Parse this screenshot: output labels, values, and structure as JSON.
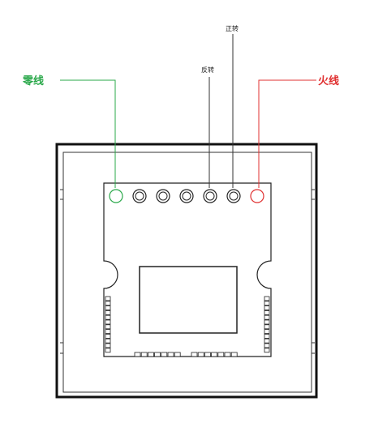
{
  "labels": {
    "neutral": "零线",
    "live": "火线",
    "forward": "正转",
    "reverse": "反转"
  },
  "colors": {
    "neutral": "#2aa84a",
    "live": "#e03030",
    "outline": "#111111",
    "lead": "#333333"
  },
  "terminals": [
    {
      "role": "neutral",
      "color": "#2aa84a"
    },
    {
      "role": "plain",
      "color": "#222222"
    },
    {
      "role": "plain",
      "color": "#222222"
    },
    {
      "role": "plain",
      "color": "#222222"
    },
    {
      "role": "reverse",
      "color": "#222222"
    },
    {
      "role": "forward",
      "color": "#222222"
    },
    {
      "role": "live",
      "color": "#e03030"
    }
  ]
}
